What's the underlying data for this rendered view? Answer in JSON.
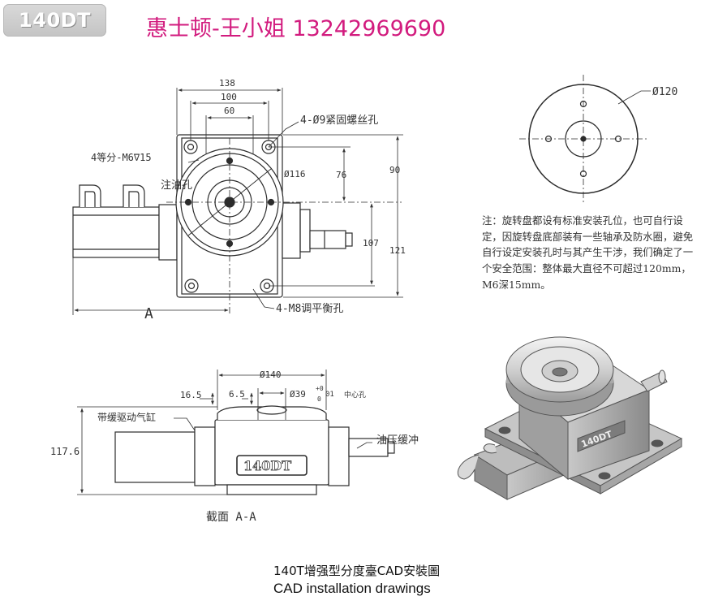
{
  "badge": "140DT",
  "contact": "惠士顿-王小姐 13242969690",
  "top_view": {
    "width_138": "138",
    "width_100": "100",
    "width_60": "60",
    "holes_note": "4-Ø9紧固螺丝孔",
    "thread_note": "4等分-M6∇15",
    "oil_note": "注油孔",
    "dia_116": "Ø116",
    "h_76": "76",
    "h_90": "90",
    "h_107": "107",
    "h_121": "121",
    "m8_note": "4-M8调平衡孔",
    "dim_a": "A"
  },
  "plate_view": {
    "dia_120": "Ø120"
  },
  "note": "注：旋转盘都设有标准安装孔位，也可自行设定，因旋转盘底部装有一些轴承及防水圈，避免自行设定安装孔时与其产生干涉，我们确定了一个安全范围：整体最大直径不可超过120mm，M6深15mm。",
  "section": {
    "dia_140": "Ø140",
    "d_16_5": "16.5",
    "d_6_5": "6.5",
    "dia_39": "Ø39",
    "tol_plus": "+0",
    "tol_minus": "0",
    "tol_01": "01",
    "center_hole": "中心孔",
    "cylinder_note": "带缓驱动气缸",
    "buffer_note": "油压缓冲",
    "h_117_6": "117.6",
    "model_plate": "140DT",
    "section_label": "截面 A-A"
  },
  "iso_view": {
    "model_plate": "140DT"
  },
  "caption": {
    "zh": "140T增强型分度臺CAD安裝圖",
    "en": "CAD installation drawings"
  }
}
